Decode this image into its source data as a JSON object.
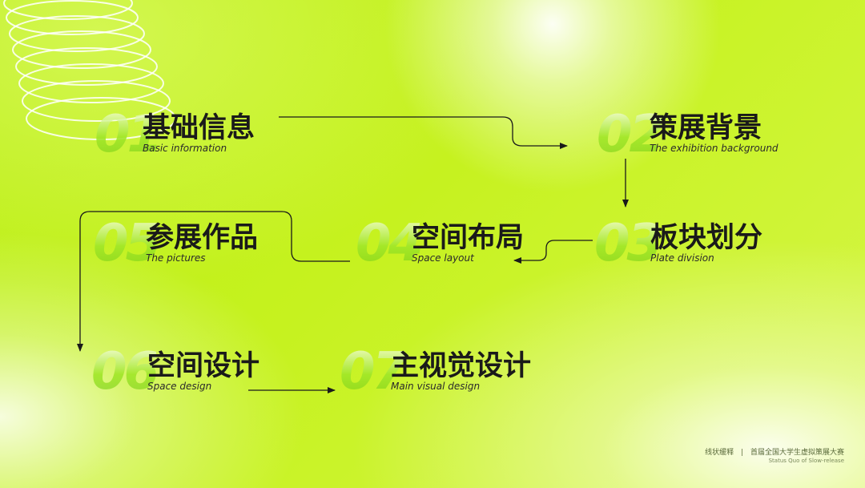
{
  "items": [
    {
      "num": "01",
      "zh": "基础信息",
      "en": "Basic information"
    },
    {
      "num": "02",
      "zh": "策展背景",
      "en": "The exhibition background"
    },
    {
      "num": "03",
      "zh": "板块划分",
      "en": "Plate division"
    },
    {
      "num": "04",
      "zh": "空间布局",
      "en": "Space layout"
    },
    {
      "num": "05",
      "zh": "参展作品",
      "en": "The pictures"
    },
    {
      "num": "06",
      "zh": "空间设计",
      "en": "Space design"
    },
    {
      "num": "07",
      "zh": "主视觉设计",
      "en": "Main visual design"
    }
  ],
  "footer": {
    "left": "线状缓释",
    "divider": "|",
    "right": "首届全国大学生虚拟策展大赛",
    "english": "Status Quo of Slow-release"
  },
  "colors": {
    "accent": "#c8f12a",
    "text": "#1a1a1a"
  }
}
